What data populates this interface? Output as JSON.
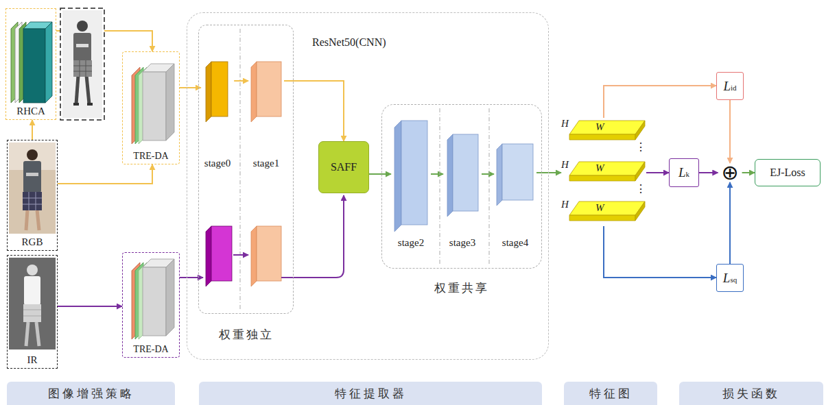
{
  "diagram": {
    "nodes": [
      {
        "text": [
          "RHCA"
        ]
      },
      {
        "text": [
          "RGB"
        ]
      },
      {
        "text": [
          "IR"
        ]
      },
      {
        "text": [
          "TRE-DA"
        ]
      },
      {
        "text": [
          "TRE-DA"
        ]
      },
      {
        "text": [
          "ResNet50(CNN)"
        ]
      },
      {
        "text": [
          "权重独立"
        ],
        "in": 5
      },
      {
        "text": [
          "stage0"
        ],
        "in": 6
      },
      {
        "text": [
          "stage1"
        ],
        "in": 6
      },
      {
        "text": [
          "SAFF"
        ],
        "in": 5
      },
      {
        "text": [
          "权重共享"
        ],
        "in": 5
      },
      {
        "text": [
          "stage2"
        ],
        "in": 10
      },
      {
        "text": [
          "stage3"
        ],
        "in": 10
      },
      {
        "text": [
          "stage4"
        ],
        "in": 10
      },
      {
        "text": [
          "H",
          "W"
        ]
      },
      {
        "text": [
          "H",
          "W"
        ]
      },
      {
        "text": [
          "H",
          "W"
        ]
      },
      {
        "text": [
          "Lid"
        ]
      },
      {
        "text": [
          "Lk"
        ]
      },
      {
        "text": [
          "Lsq"
        ]
      },
      {
        "text": [
          "⊕"
        ]
      },
      {
        "text": [
          "EJ-Loss"
        ]
      },
      {
        "text": [
          "图像增强策略"
        ]
      },
      {
        "text": [
          "特征提取器"
        ]
      },
      {
        "text": [
          "特征图"
        ]
      },
      {
        "text": [
          "损失函数"
        ]
      }
    ],
    "edges": [
      {
        "from": 0,
        "to": 3,
        "arrow": "to"
      },
      {
        "from": 1,
        "to": 0,
        "arrow": "to"
      },
      {
        "from": 1,
        "to": 3,
        "arrow": "to"
      },
      {
        "from": 2,
        "to": 4,
        "arrow": "to"
      },
      {
        "from": 3,
        "to": 7,
        "arrow": "to"
      },
      {
        "from": 7,
        "to": 8,
        "arrow": "to"
      },
      {
        "from": 8,
        "to": 9,
        "arrow": "to"
      },
      {
        "from": 9,
        "to": 11,
        "arrow": "to"
      },
      {
        "from": 11,
        "to": 12,
        "arrow": "to"
      },
      {
        "from": 12,
        "to": 13,
        "arrow": "to"
      },
      {
        "from": 13,
        "to": 15,
        "arrow": "to"
      },
      {
        "from": 14,
        "to": 17,
        "arrow": "to"
      },
      {
        "from": 15,
        "to": 18,
        "arrow": "to"
      },
      {
        "from": 16,
        "to": 19,
        "arrow": "to"
      },
      {
        "from": 17,
        "to": 20,
        "arrow": "to"
      },
      {
        "from": 18,
        "to": 20,
        "arrow": "to"
      },
      {
        "from": 19,
        "to": 20,
        "arrow": "to"
      },
      {
        "from": 20,
        "to": 21,
        "arrow": "to"
      }
    ],
    "labels": [
      "⋮",
      "⋮"
    ]
  }
}
